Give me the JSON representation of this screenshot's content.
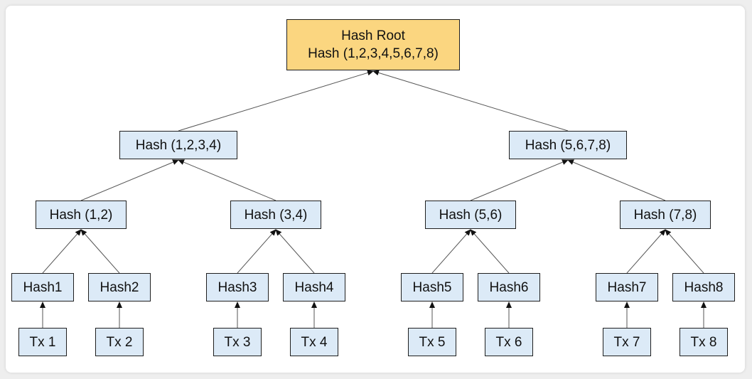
{
  "colors": {
    "node_fill": "#dceaf7",
    "root_fill": "#fbd680",
    "border": "#1f1f1f",
    "edge": "#555555"
  },
  "root": {
    "line1": "Hash Root",
    "line2": "Hash (1,2,3,4,5,6,7,8)"
  },
  "level2": [
    "Hash (1,2,3,4)",
    "Hash (5,6,7,8)"
  ],
  "level3": [
    "Hash (1,2)",
    "Hash (3,4)",
    "Hash (5,6)",
    "Hash (7,8)"
  ],
  "leaf_hashes": [
    "Hash1",
    "Hash2",
    "Hash3",
    "Hash4",
    "Hash5",
    "Hash6",
    "Hash7",
    "Hash8"
  ],
  "transactions": [
    "Tx 1",
    "Tx 2",
    "Tx 3",
    "Tx 4",
    "Tx 5",
    "Tx 6",
    "Tx 7",
    "Tx 8"
  ]
}
